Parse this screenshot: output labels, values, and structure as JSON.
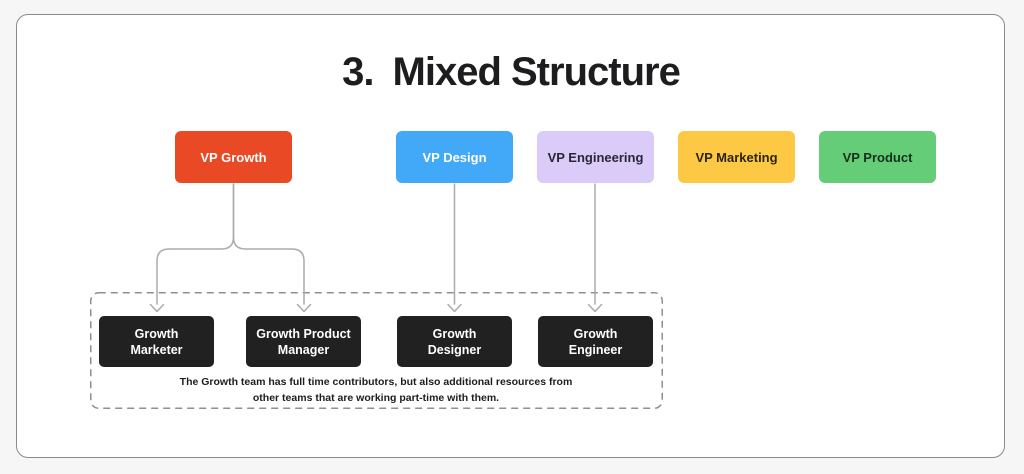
{
  "title": {
    "number": "3.",
    "text": "Mixed Structure"
  },
  "vps": [
    {
      "label": "VP Growth",
      "bg": "#e94a25",
      "fg": "#ffffff"
    },
    {
      "label": "VP Design",
      "bg": "#42a9f8",
      "fg": "#ffffff"
    },
    {
      "label": "VP Engineering",
      "bg": "#dbcbf9",
      "fg": "#27273a"
    },
    {
      "label": "VP Marketing",
      "bg": "#fdc944",
      "fg": "#2b2417"
    },
    {
      "label": "VP Product",
      "bg": "#65cd78",
      "fg": "#16301e"
    }
  ],
  "growth_roles": [
    {
      "label": "Growth Marketer"
    },
    {
      "label": "Growth Product Manager"
    },
    {
      "label": "Growth Designer"
    },
    {
      "label": "Growth Engineer"
    }
  ],
  "note": {
    "line1": "The Growth team has full time contributors, but also additional resources from",
    "line2": "other teams that are working part-time with them."
  },
  "colors": {
    "connector": "#ababab",
    "dashed_border": "#8f8f8f",
    "role_box_bg": "#212121",
    "role_box_fg": "#ffffff",
    "card_border": "#8a8a8a"
  }
}
